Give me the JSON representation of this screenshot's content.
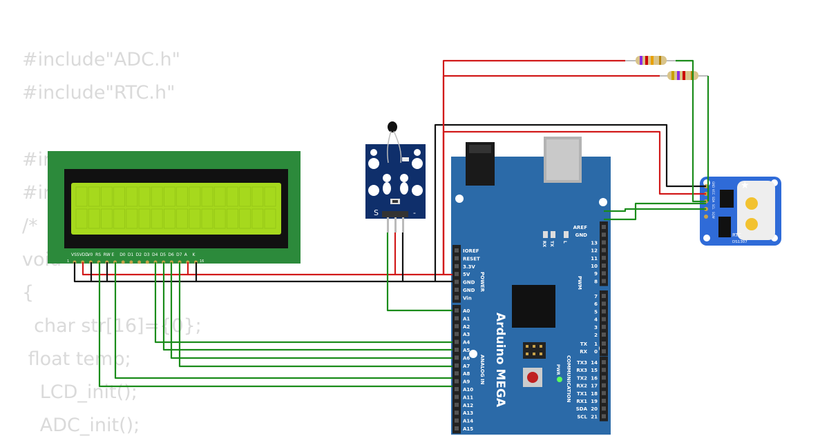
{
  "code_lines": [
    "#include\"ADC.h\"",
    "#include\"RTC.h\"",
    "",
    "#in",
    "#in",
    "/*",
    "void",
    "{",
    "  char str[16]={0};",
    " float temp;",
    "   LCD_init();",
    "   ADC_init();"
  ],
  "lcd": {
    "pins": [
      "VSS",
      "VDD",
      "V0",
      "RS",
      "RW",
      "E",
      "D0",
      "D1",
      "D2",
      "D3",
      "D4",
      "D5",
      "D6",
      "D7",
      "A",
      "K"
    ],
    "pin_first": "1",
    "pin_last": "16",
    "backlight_color": "#a6d91d",
    "board_color": "#2c8a3b"
  },
  "sensor": {
    "label_s": "S",
    "label_minus": "-"
  },
  "arduino": {
    "name": "Arduino MEGA",
    "power_header": "POWER",
    "analog_header": "ANALOG IN",
    "pwm_header": "PWM",
    "comm_header": "COMMUNICATION",
    "power_pins": [
      "IOREF",
      "RESET",
      "3.3V",
      "5V",
      "GND",
      "GND",
      "Vin"
    ],
    "analog_pins": [
      "A0",
      "A1",
      "A2",
      "A3",
      "A4",
      "A5",
      "A6",
      "A7",
      "A8",
      "A9",
      "A10",
      "A11",
      "A12",
      "A13",
      "A14",
      "A15"
    ],
    "right_top_pins": [
      {
        "label": "AREF",
        "num": ""
      },
      {
        "label": "GND",
        "num": ""
      },
      {
        "label": "",
        "num": "13"
      },
      {
        "label": "",
        "num": "12"
      },
      {
        "label": "",
        "num": "11"
      },
      {
        "label": "",
        "num": "10"
      },
      {
        "label": "",
        "num": "9"
      },
      {
        "label": "",
        "num": "8"
      }
    ],
    "right_mid_pins": [
      "7",
      "6",
      "5",
      "4",
      "3",
      "2"
    ],
    "serial_pins": [
      {
        "label": "TX",
        "num": "1"
      },
      {
        "label": "RX",
        "num": "0"
      }
    ],
    "comm_pins": [
      {
        "label": "TX3",
        "num": "14"
      },
      {
        "label": "RX3",
        "num": "15"
      },
      {
        "label": "TX2",
        "num": "16"
      },
      {
        "label": "RX2",
        "num": "17"
      },
      {
        "label": "TX1",
        "num": "18"
      },
      {
        "label": "RX1",
        "num": "19"
      },
      {
        "label": "SDA",
        "num": "20"
      },
      {
        "label": "SCL",
        "num": "21"
      }
    ],
    "led_tx": "TX",
    "led_rx": "RX",
    "led_l": "L",
    "pwr_label": "PWR",
    "board_color": "#2b6aa8"
  },
  "rtc": {
    "label": "RTC",
    "chip": "DS1307",
    "pins": [
      "GND",
      "VCC",
      "SDA",
      "SCL",
      "SQW"
    ],
    "board_color": "#2f6bd8"
  },
  "wire_colors": {
    "red": "#d11919",
    "black": "#111111",
    "green": "#1a8c1a"
  }
}
